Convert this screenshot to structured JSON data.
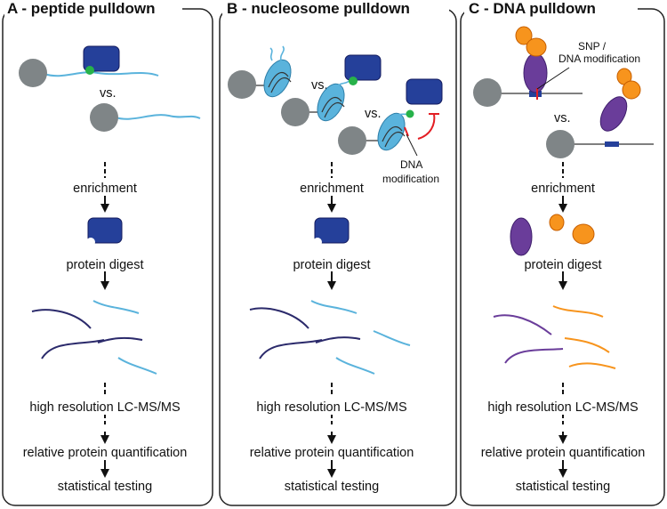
{
  "panels": [
    {
      "title": "A - peptide pulldown",
      "vs_label": "vs."
    },
    {
      "title": "B - nucleosome pulldown",
      "vs_label_1": "vs.",
      "vs_label_2": "vs.",
      "annotation_line1": "DNA",
      "annotation_line2": "modification"
    },
    {
      "title": "C - DNA pulldown",
      "vs_label": "vs.",
      "annotation_line1": "SNP /",
      "annotation_line2": "DNA modification"
    }
  ],
  "workflow_steps": [
    "enrichment",
    "protein digest",
    "high resolution LC-MS/MS",
    "relative protein quantification",
    "statistical testing"
  ],
  "colors": {
    "bead": "#7f8587",
    "peptide": "#5ab3dc",
    "protein": "#25409a",
    "protein_dark": "#121a5e",
    "reader_green": "#27b24a",
    "nucleosome": "#5ab3dc",
    "dna_purple": "#6a3d9a",
    "dna_orange": "#f7941d",
    "modification_red": "#e31e24",
    "peptide_dark": "#2b2a6b",
    "frame": "#222222"
  }
}
